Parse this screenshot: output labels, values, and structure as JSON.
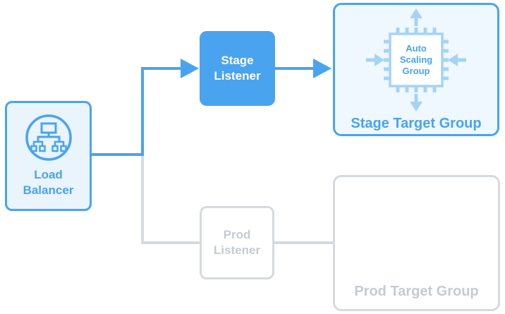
{
  "diagram": {
    "name": "load-balancer-listener-routing",
    "nodes": {
      "load_balancer": {
        "label": "Load Balancer",
        "icon": "load-balancer-icon",
        "state": "active"
      },
      "stage_listener": {
        "label": "Stage Listener",
        "state": "active"
      },
      "prod_listener": {
        "label": "Prod Listener",
        "state": "inactive"
      },
      "stage_target_group": {
        "label": "Stage Target Group",
        "asg_label": "Auto Scaling Group",
        "icon": "auto-scaling-chip-icon",
        "state": "active"
      },
      "prod_target_group": {
        "label": "Prod Target Group",
        "state": "inactive"
      }
    },
    "edges": [
      {
        "from": "load_balancer",
        "to": "stage_listener",
        "style": "blue-arrow"
      },
      {
        "from": "stage_listener",
        "to": "stage_target_group",
        "style": "blue-arrow"
      },
      {
        "from": "load_balancer",
        "to": "prod_listener",
        "style": "gray-line"
      },
      {
        "from": "prod_listener",
        "to": "prod_target_group",
        "style": "gray-line"
      }
    ],
    "colors": {
      "accent_blue": "#4aa3ef",
      "light_blue_fill": "#e9f4fd",
      "lighter_blue_fill": "#eff8fe",
      "icon_light_blue": "#a6d3f5",
      "gray_border": "#d5dade",
      "gray_text": "#c4cbd4",
      "white": "#ffffff"
    }
  }
}
